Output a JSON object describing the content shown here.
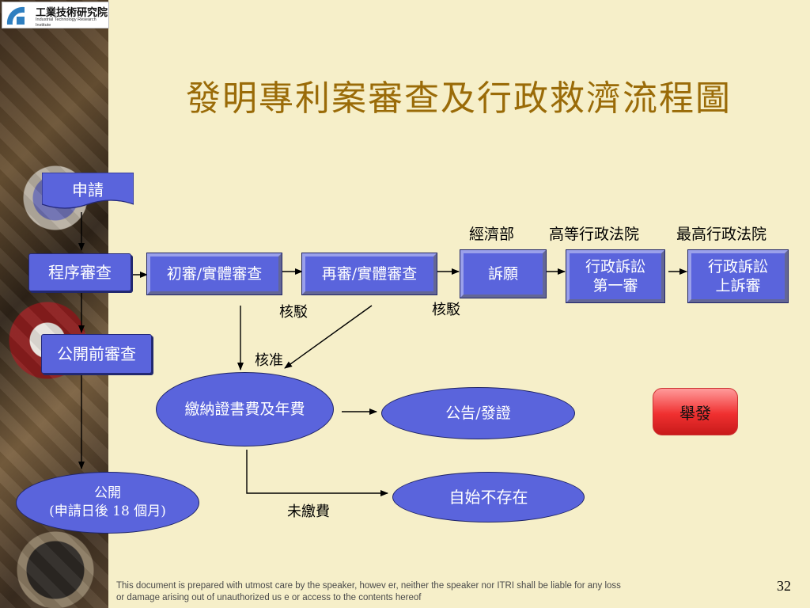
{
  "logo": {
    "name_zh": "工業技術研究院",
    "name_en": "Industrial Technology Research Institute"
  },
  "title": "發明專利案審查及行政救濟流程圖",
  "boxes": {
    "apply": "申請",
    "procedure_review": "程序審查",
    "initial_review": "初審/實體審查",
    "re_review": "再審/實體審查",
    "appeal": "訴願",
    "admin_first": "行政訴訟\n第一審",
    "admin_appeal": "行政訴訟\n上訴審",
    "pre_publication": "公開前審查",
    "pay_fees": "繳納證書費及年費",
    "announce": "公告/發證",
    "publication": "公開\n(申請日後 18 個月)",
    "void": "自始不存在",
    "report": "舉發"
  },
  "labels": {
    "reject_1": "核駁",
    "reject_2": "核駁",
    "approve": "核准",
    "unpaid": "未繳費",
    "moea": "經濟部",
    "high_court": "高等行政法院",
    "supreme_court": "最高行政法院"
  },
  "footer": {
    "disclaimer": "This document is prepared with utmost care by the speaker, howev er, neither the speaker nor ITRI shall be liable for any loss or damage arising out of unauthorized us e or access to the contents hereof",
    "page": "32"
  },
  "colors": {
    "box_fill": "#5a64dc",
    "title": "#9a6b08",
    "background": "#f6efc9",
    "report_fill": "#f03030"
  }
}
